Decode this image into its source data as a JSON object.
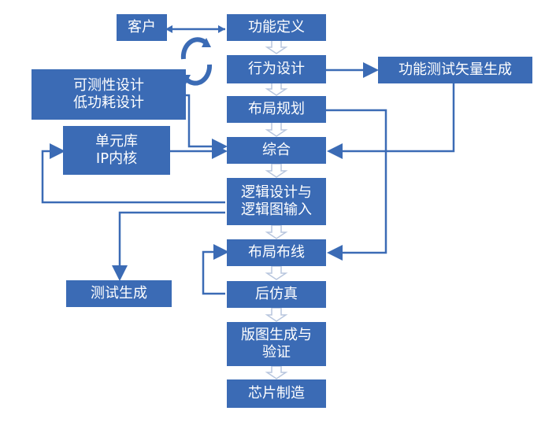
{
  "nodes": {
    "customer": "客户",
    "function_def": "功能定义",
    "behavior_design": "行为设计",
    "func_test_vector": "功能测试矢量生成",
    "dft_lowpower": [
      "可测性设计",
      "低功耗设计"
    ],
    "floorplan": "布局规划",
    "cell_lib_ip": [
      "单元库",
      "IP内核"
    ],
    "synthesis": "综合",
    "logic_design": [
      "逻辑设计与",
      "逻辑图输入"
    ],
    "test_gen": "测试生成",
    "place_route": "布局布线",
    "post_sim": "后仿真",
    "layout_gen": [
      "版图生成与",
      "验证"
    ],
    "chip_mfg": "芯片制造"
  },
  "colors": {
    "node_fill": "#3b6bb5",
    "node_text": "#ffffff",
    "arrow_main": "#c8d3e6",
    "edge": "#3b6bb5"
  }
}
